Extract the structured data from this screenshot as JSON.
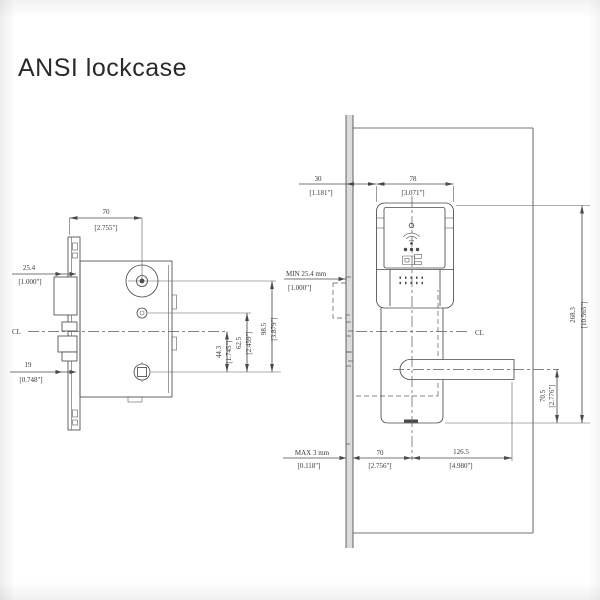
{
  "title": "ANSI lockcase",
  "left_view": {
    "backset": {
      "mm": "70",
      "in": "[2.755\"]"
    },
    "latch": {
      "mm": "25.4",
      "in": "[1.000\"]"
    },
    "bolt": {
      "mm": "19",
      "in": "[0.748\"]"
    },
    "centerline": "CL",
    "hub_to_cl": {
      "mm": "44.3",
      "in": "[1.745\"]"
    },
    "hub_to_aux": {
      "mm": "62.5",
      "in": "[2.459\"]"
    },
    "hub_to_cylinder": {
      "mm": "98.5",
      "in": "[3.879\"]"
    },
    "min_door_thickness": {
      "label": "MIN 25.4 mm",
      "in": "[1.000\"]"
    }
  },
  "right_view": {
    "edge_to_escutcheon": {
      "mm": "30",
      "in": "[1.181\"]"
    },
    "escutcheon_width": {
      "mm": "78",
      "in": "[3.071\"]"
    },
    "escutcheon_height": {
      "mm": "268.3",
      "in": "[10.565\"]"
    },
    "cl_to_bottom": {
      "mm": "70.5",
      "in": "[2.776\"]"
    },
    "max_gap": {
      "label": "MAX 3 mm",
      "in": "[0.118\"]"
    },
    "backset": {
      "mm": "70",
      "in": "[2.756\"]"
    },
    "handle_reach": {
      "mm": "126.5",
      "in": "[4.980\"]"
    },
    "centerline": "CL"
  },
  "colors": {
    "line": "#4a4a4a",
    "text": "#3a3a3a",
    "title": "#2b2b2b"
  }
}
